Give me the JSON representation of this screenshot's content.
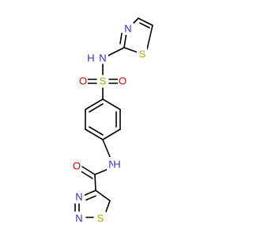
{
  "molecule": {
    "colors": {
      "bond": "#000000",
      "N": "#2b2be6",
      "O": "#e60000",
      "S": "#b3a300",
      "H": "#2b2be6"
    },
    "atoms": {
      "n_thiazole": "N",
      "s_thiazole": "S",
      "nh_sulfonamide_h": "H",
      "nh_sulfonamide_n": "N",
      "sulfonyl_s": "S",
      "sulfonyl_o_left": "O",
      "sulfonyl_o_right": "O",
      "amide_o": "O",
      "amide_n": "N",
      "amide_h": "H",
      "thiadiazole_n3": "N",
      "thiadiazole_n2": "N",
      "thiadiazole_s1": "S"
    }
  }
}
